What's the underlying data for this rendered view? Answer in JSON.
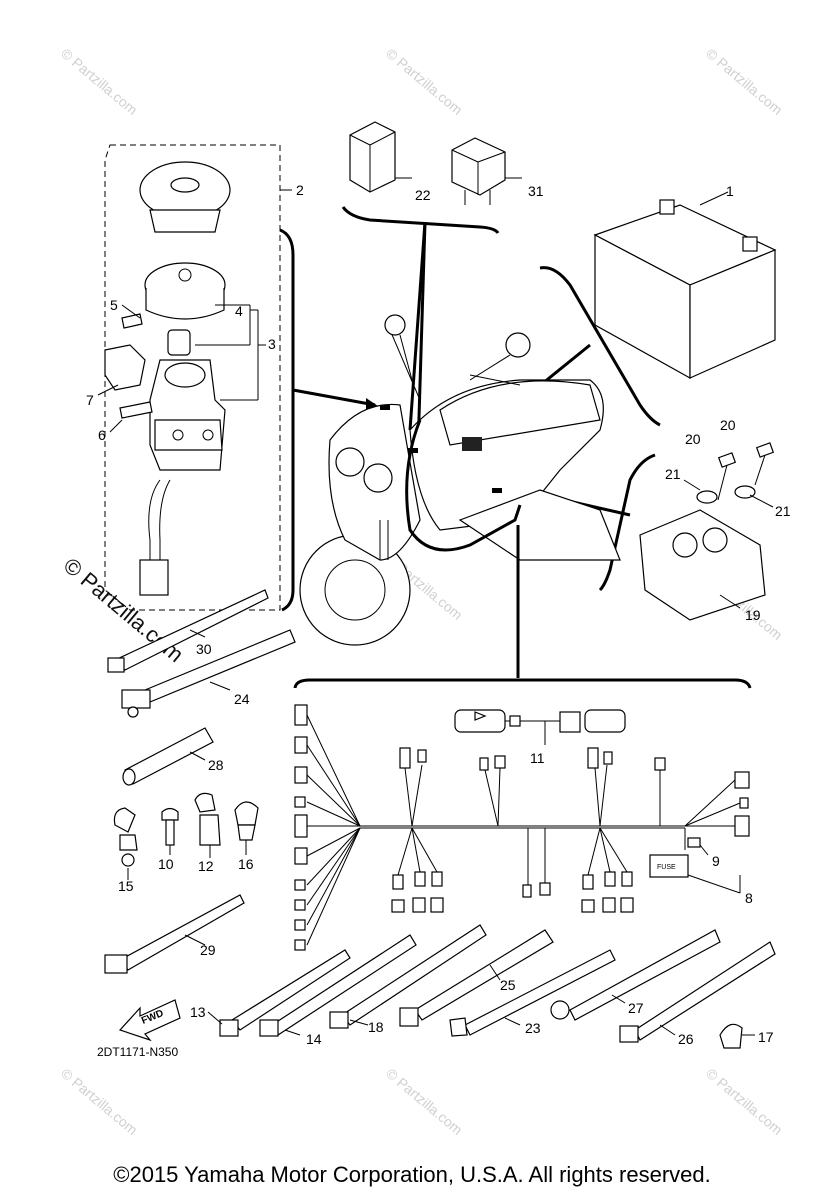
{
  "diagram": {
    "drawing_code": "2DT1171-N350",
    "forward_label": "FWD",
    "fuse_label": "FUSE",
    "copyright": "©2015  Yamaha Motor Corporation, U.S.A. All rights reserved.",
    "watermark": "© Partzilla.com",
    "watermark_small": "© Partzilla.com",
    "callouts": {
      "p1": "1",
      "p2": "2",
      "p3": "3",
      "p4": "4",
      "p5": "5",
      "p6": "6",
      "p7": "7",
      "p8": "8",
      "p9": "9",
      "p10": "10",
      "p11": "11",
      "p12": "12",
      "p13": "13",
      "p14": "14",
      "p15": "15",
      "p16": "16",
      "p17": "17",
      "p18": "18",
      "p19": "19",
      "p20a": "20",
      "p20b": "20",
      "p21a": "21",
      "p21b": "21",
      "p22": "22",
      "p23": "23",
      "p24": "24",
      "p25": "25",
      "p26": "26",
      "p27": "27",
      "p28": "28",
      "p29": "29",
      "p30": "30",
      "p31": "31"
    }
  }
}
